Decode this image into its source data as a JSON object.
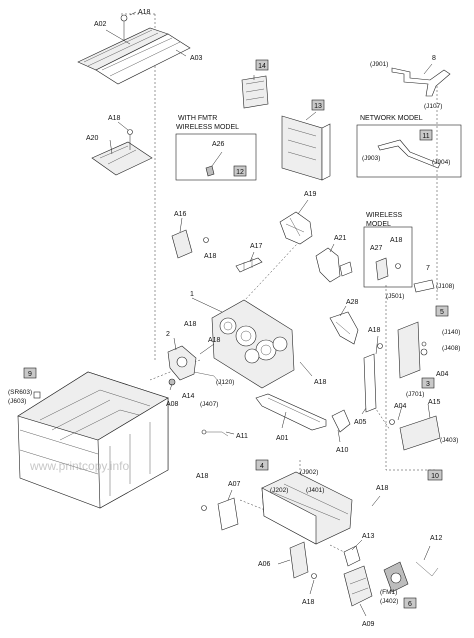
{
  "boxes": {
    "fmtr": {
      "title_line1": "WITH FMTR",
      "title_line2": "WIRELESS MODEL"
    },
    "network": {
      "title": "NETWORK MODEL"
    },
    "wireless": {
      "title_line1": "WIRELESS",
      "title_line2": "MODEL"
    }
  },
  "labels": {
    "a02": "A02",
    "a18_top": "A18",
    "a03": "A03",
    "n14": "14",
    "n8": "8",
    "j901": "(J901)",
    "j107": "(J107)",
    "a18_a20": "A18",
    "a20": "A20",
    "a26": "A26",
    "n12": "12",
    "n13": "13",
    "n11": "11",
    "j903": "(J903)",
    "j904": "(J904)",
    "a19": "A19",
    "a16": "A16",
    "a18_a16": "A18",
    "a17": "A17",
    "a21": "A21",
    "a27": "A27",
    "a18_wl": "A18",
    "n7": "7",
    "j108": "(J108)",
    "j501": "(J501)",
    "n1": "1",
    "a18_n1": "A18",
    "a28": "A28",
    "n2": "2",
    "a18_n2": "A18",
    "a14": "A14",
    "j120": "(J120)",
    "j407": "(J407)",
    "n9": "9",
    "sr603": "(SR603)",
    "j603": "(J603)",
    "a08": "A08",
    "a18_mid": "A18",
    "a18_r": "A18",
    "n5": "5",
    "j140": "(J140)",
    "j408": "(J408)",
    "n3": "3",
    "a04_r": "A04",
    "a05": "A05",
    "j701": "(J701)",
    "a04_b": "A04",
    "a15": "A15",
    "j403": "(J403)",
    "n10": "10",
    "a11": "A11",
    "a01": "A01",
    "a10": "A10",
    "n4": "4",
    "j902": "(J902)",
    "j202": "(J202)",
    "j401": "(J401)",
    "a18_a07": "A18",
    "a07": "A07",
    "a18_rb": "A18",
    "a13": "A13",
    "a12": "A12",
    "a06": "A06",
    "a18_bot": "A18",
    "fm1": "(FM1)",
    "j402": "(J402)",
    "n6": "6",
    "a09": "A09"
  },
  "watermark": "www.printcopy.info"
}
